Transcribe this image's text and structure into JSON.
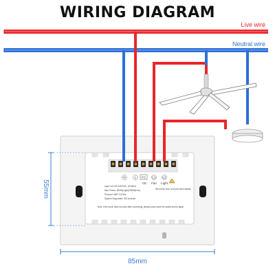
{
  "title": "WIRING DIAGRAM",
  "wires": {
    "live_label": "Live wire",
    "neutral_label": "Neutral wire"
  },
  "colors": {
    "live": "#e8262a",
    "neutral": "#2c6fd6",
    "dimension": "#3a7bd5",
    "panel": "#f4f4f4",
    "back_module": "#ffffff"
  },
  "module": {
    "terminals": [
      "N",
      "L",
      "L1",
      "L2"
    ],
    "terminal_sublabels": [
      "Fan",
      "Light"
    ],
    "spec_lines": [
      "Input: AC100-240V/AC, 50-60Hz",
      "Max Power: 600W(Light)/250W(Fan)",
      "Protocol: WiFi 2.4GHz",
      "System Supported: iOS Android"
    ],
    "warning_text": "Risk of electric shock, cut off power before installation",
    "note_text": "Note: If the touch does not work after connecting, please power cycle the switch and try again."
  },
  "dimensions": {
    "height": "55mm",
    "width": "85mm"
  },
  "icons": [
    "ceiling-fan-icon",
    "ceiling-light-icon",
    "fcc-mark-icon",
    "ce-mark-icon",
    "warning-icon"
  ]
}
